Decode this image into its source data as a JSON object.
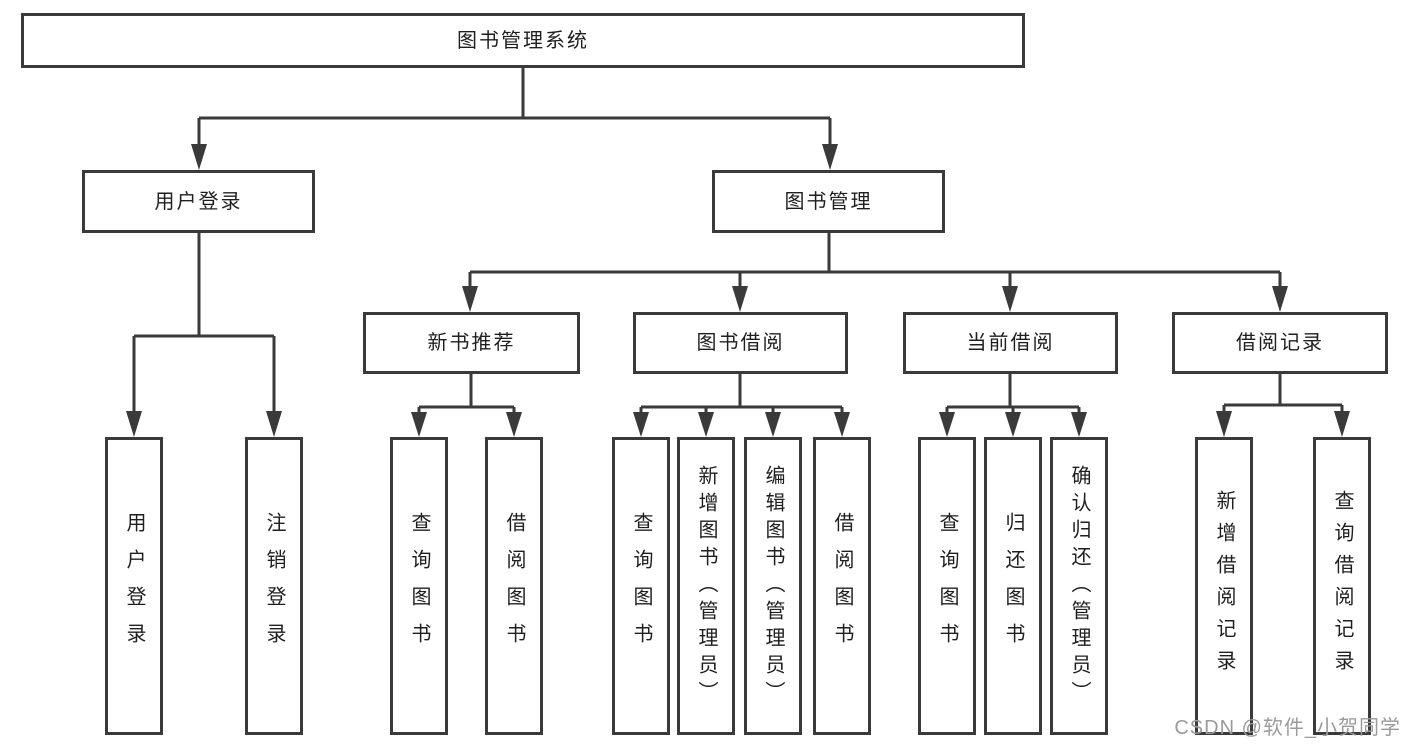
{
  "colors": {
    "line": "#3a3a3a",
    "text": "#1f1f1f",
    "watermark": "#9b9b9b",
    "background": "#ffffff"
  },
  "watermark": "CSDN @软件_小贺同学",
  "tree": {
    "root": "图书管理系统",
    "level1": [
      {
        "label": "用户登录",
        "leaves": [
          "用户登录",
          "注销登录"
        ]
      },
      {
        "label": "图书管理",
        "groups": [
          {
            "label": "新书推荐",
            "leaves": [
              "查询图书",
              "借阅图书"
            ]
          },
          {
            "label": "图书借阅",
            "leaves": [
              "查询图书",
              "新增图书（管理员）",
              "编辑图书（管理员）",
              "借阅图书"
            ]
          },
          {
            "label": "当前借阅",
            "leaves": [
              "查询图书",
              "归还图书",
              "确认归还（管理员）"
            ]
          },
          {
            "label": "借阅记录",
            "leaves": [
              "新增借阅记录",
              "查询借阅记录"
            ]
          }
        ]
      }
    ]
  }
}
